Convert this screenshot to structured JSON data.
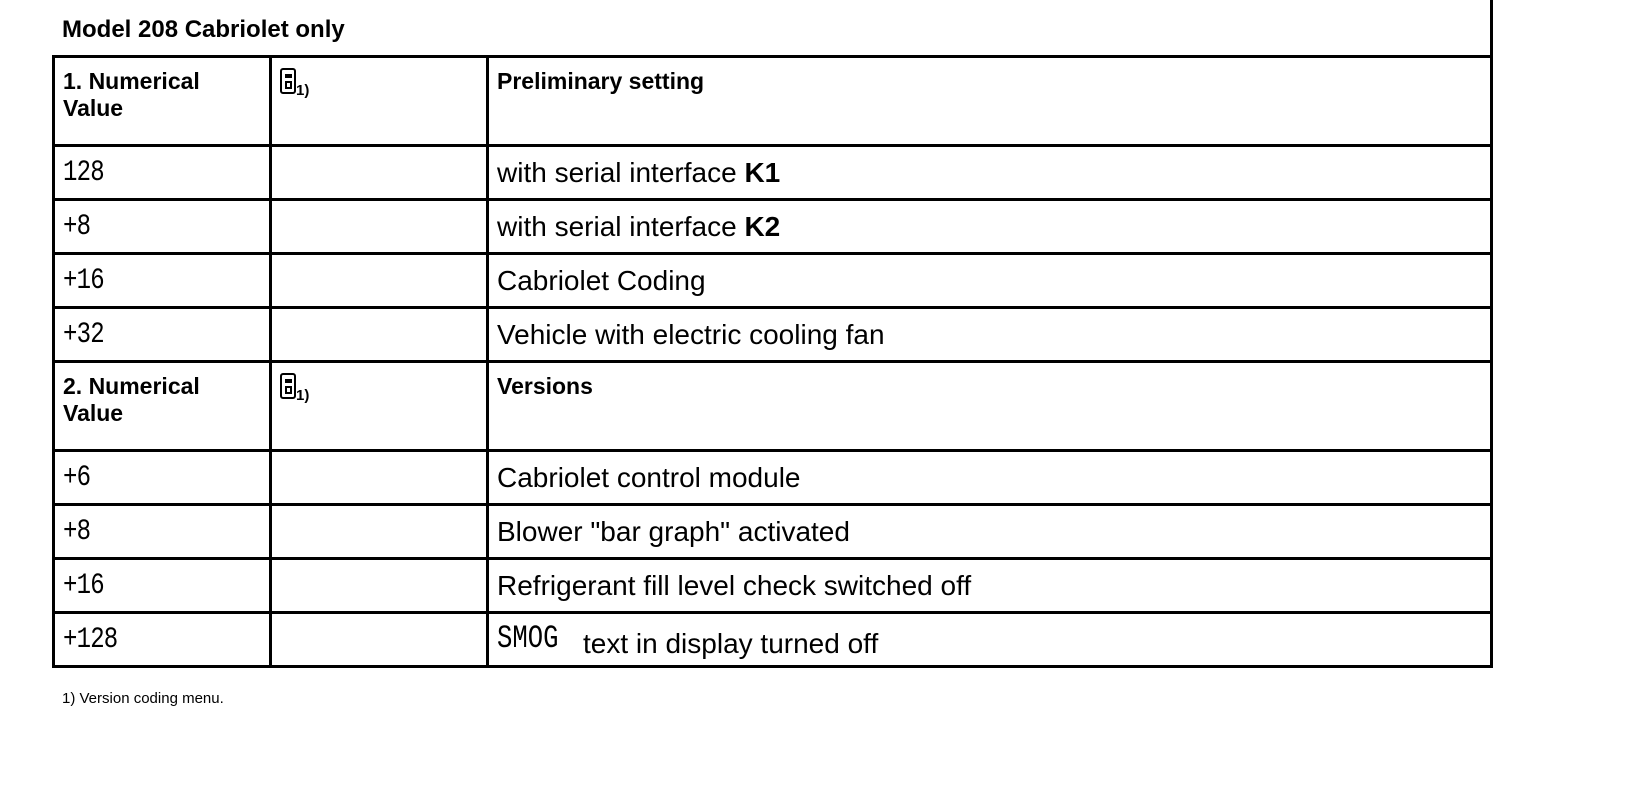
{
  "title": "Model 208 Cabriolet only",
  "icon": "version-coding-device-icon",
  "footnote_ref": "1)",
  "sections": [
    {
      "header": {
        "col1": "1. Numerical Value",
        "col3": "Preliminary setting"
      },
      "rows": [
        {
          "value": "128",
          "text": "with serial interface ",
          "bold": "K1"
        },
        {
          "value": "+8",
          "text": "with serial interface ",
          "bold": "K2"
        },
        {
          "value": "+16",
          "text": "Cabriolet Coding",
          "bold": ""
        },
        {
          "value": "+32",
          "text": "Vehicle with electric cooling fan",
          "bold": ""
        }
      ]
    },
    {
      "header": {
        "col1": "2. Numerical Value",
        "col3": "Versions"
      },
      "rows": [
        {
          "value": "+6",
          "text": "Cabriolet control module"
        },
        {
          "value": "+8",
          "text": "Blower \"bar graph\" activated"
        },
        {
          "value": "+16",
          "text": "Refrigerant fill level check switched off"
        },
        {
          "value": "+128",
          "display": "SMOG",
          "text": "text in display turned off"
        }
      ]
    }
  ],
  "footnote": "1) Version coding menu."
}
